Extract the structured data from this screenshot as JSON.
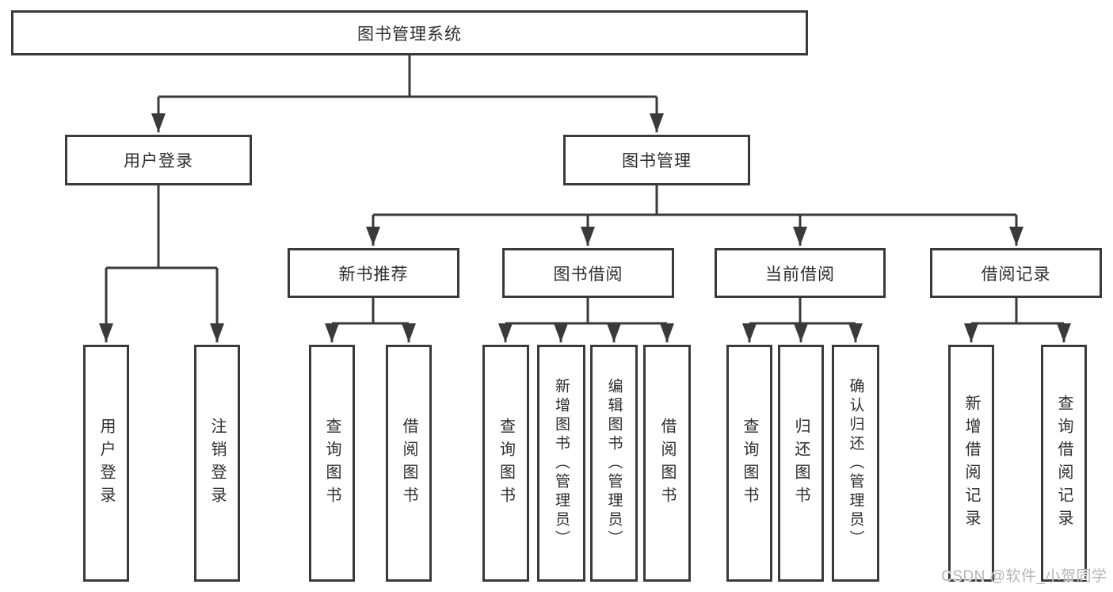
{
  "diagram": {
    "title": "图书管理系统",
    "level2": {
      "user_login": "用户登录",
      "book_mgmt": "图书管理"
    },
    "level3": {
      "new_books": "新书推荐",
      "book_borrow": "图书借阅",
      "current_borrow": "当前借阅",
      "borrow_records": "借阅记录"
    },
    "leaves": {
      "user_login": "用户登录",
      "logout": "注销登录",
      "nb_query": "查询图书",
      "nb_borrow": "借阅图书",
      "bb_query": "查询图书",
      "bb_add": "新增图书（管理员）",
      "bb_edit": "编辑图书（管理员）",
      "bb_borrow": "借阅图书",
      "cb_query": "查询图书",
      "cb_return": "归还图书",
      "cb_confirm": "确认归还（管理员）",
      "rec_add": "新增借阅记录",
      "rec_query": "查询借阅记录"
    }
  },
  "watermark": "CSDN @软件_小贺同学",
  "colors": {
    "line": "#3a3a3c",
    "text": "#2d2d2f",
    "background": "#ffffff",
    "watermark": "#b4b4b6"
  }
}
